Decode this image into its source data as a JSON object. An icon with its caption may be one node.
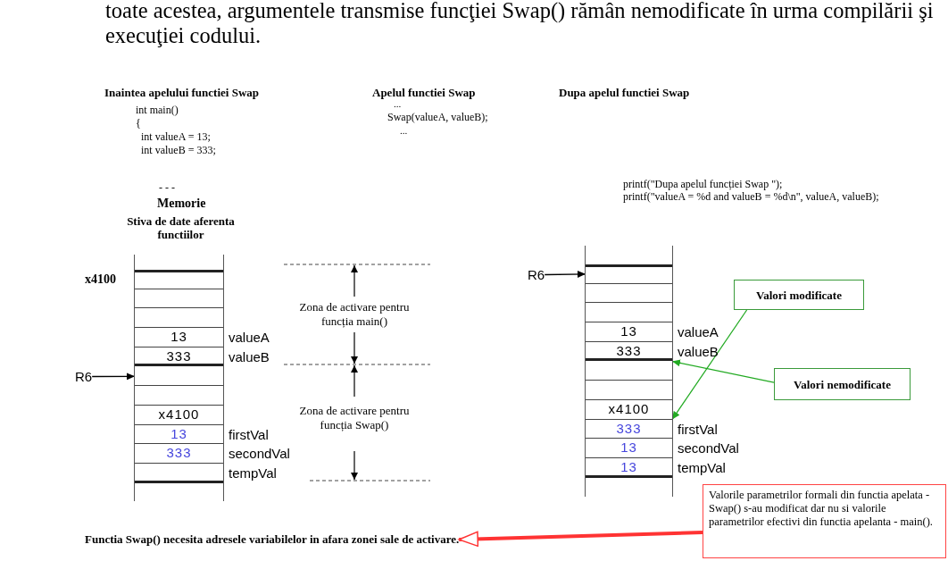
{
  "diagram": {
    "nodes": [
      {
        "text": [],
        "shape": "box"
      },
      {
        "text": [],
        "shape": "box",
        "in": 0,
        "beside": [
          "x4100"
        ]
      },
      {
        "text": [],
        "shape": "box",
        "in": 0
      },
      {
        "text": [],
        "shape": "box",
        "in": 0
      },
      {
        "text": [
          "13"
        ],
        "in": 0,
        "beside": [
          "valueA"
        ]
      },
      {
        "text": [
          "333"
        ],
        "in": 0,
        "beside": [
          "valueB"
        ]
      },
      {
        "text": [],
        "shape": "box",
        "in": 0
      },
      {
        "text": [],
        "shape": "box",
        "in": 0
      },
      {
        "text": [
          "x4100"
        ],
        "in": 0
      },
      {
        "text": [
          "13"
        ],
        "in": 0,
        "beside": [
          "firstVal"
        ]
      },
      {
        "text": [
          "333"
        ],
        "in": 0,
        "beside": [
          "secondVal"
        ]
      },
      {
        "text": [],
        "shape": "box",
        "in": 0,
        "beside": [
          "tempVal"
        ]
      },
      {
        "text": [
          "R6"
        ]
      },
      {
        "text": [],
        "shape": "box"
      },
      {
        "text": [],
        "shape": "box",
        "in": 13
      },
      {
        "text": [],
        "shape": "box",
        "in": 13
      },
      {
        "text": [],
        "shape": "box",
        "in": 13
      },
      {
        "text": [
          "13"
        ],
        "in": 13,
        "beside": [
          "valueA"
        ]
      },
      {
        "text": [
          "333"
        ],
        "in": 13,
        "beside": [
          "valueB"
        ]
      },
      {
        "text": [],
        "shape": "box",
        "in": 13
      },
      {
        "text": [],
        "shape": "box",
        "in": 13
      },
      {
        "text": [
          "x4100"
        ],
        "in": 13
      },
      {
        "text": [
          "333"
        ],
        "in": 13,
        "beside": [
          "firstVal"
        ]
      },
      {
        "text": [
          "13"
        ],
        "in": 13,
        "beside": [
          "secondVal"
        ]
      },
      {
        "text": [
          "13"
        ],
        "in": 13,
        "beside": [
          "tempVal"
        ]
      },
      {
        "text": [
          "R6"
        ]
      },
      {
        "text": [
          "Valori modificate"
        ]
      },
      {
        "text": [
          "Valori nemodificate"
        ]
      },
      {
        "text": [
          "Valorile parametrilor formali din functia apelata - Swap() s-au modificat dar nu si valorile parametrilor efectivi din functia apelanta - main()."
        ]
      },
      {
        "text": [
          "Functia Swap() necesita adresele variabilelor in afara zonei sale de activare."
        ]
      }
    ],
    "edges": [
      {
        "from": 12,
        "to": 6,
        "arrow": "to"
      },
      {
        "from": 25,
        "to": 14,
        "arrow": "to"
      },
      {
        "from": 26,
        "to": 22,
        "arrow": "to",
        "color": "#22aa22"
      },
      {
        "from": 27,
        "to": 18,
        "arrow": "to",
        "color": "#22aa22"
      },
      {
        "from": 28,
        "to": 29,
        "arrow": "to",
        "style": "thick",
        "color": "#ff3333"
      }
    ],
    "labels": [
      "toate acestea, argumentele transmise funcţiei Swap() rămân nemodificate în urma compilării şi execuţiei codului.",
      "Inaintea apelului functiei Swap",
      "int main()",
      "{",
      "int valueA = 13;",
      "int valueB = 333;",
      "Apelul functiei Swap",
      "...",
      "Swap(valueA, valueB);",
      "...",
      "Dupa apelul functiei Swap",
      "printf(\"Dupa apelul funcției Swap \");",
      "printf(\"valueA = %d and valueB = %d\\n\", valueA, valueB);",
      "- - -",
      "Memorie",
      "Stiva de date aferenta functiilor",
      "Zona de activare pentru funcția main()",
      "Zona de activare pentru funcția Swap()"
    ]
  }
}
